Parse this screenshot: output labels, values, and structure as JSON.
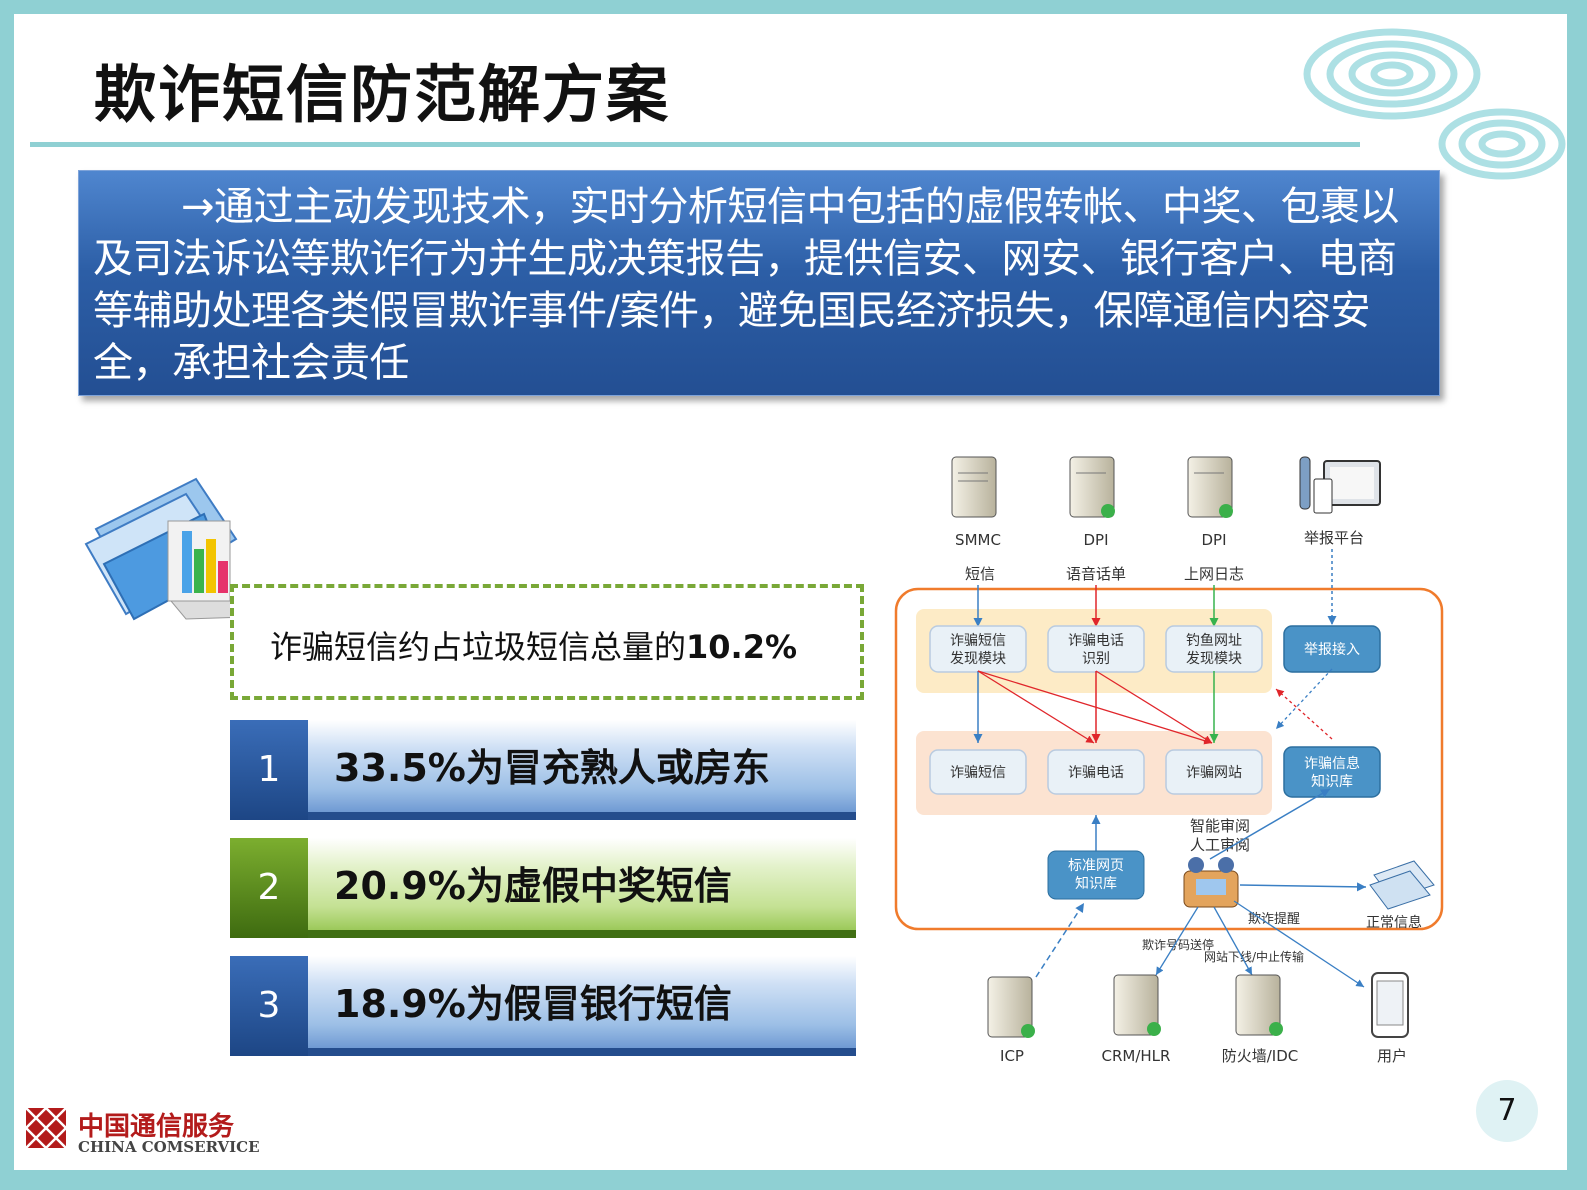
{
  "title": "欺诈短信防范解方案",
  "summary": "→通过主动发现技术，实时分析短信中包括的虚假转帐、中奖、包裹以及司法诉讼等欺诈行为并生成决策报告，提供信安、网安、银行客户、电商等辅助处理各类假冒欺诈事件/案件，避免国民经济损失，保障通信内容安全，承担社会责任",
  "stat": {
    "text": "诈骗短信约占垃圾短信总量的",
    "value": "10.2%"
  },
  "items": [
    {
      "num": "1",
      "text": "33.5%为冒充熟人或房东",
      "color": "#2f5fa8"
    },
    {
      "num": "2",
      "text": "20.9%为虚假中奖短信",
      "color": "#5f9420"
    },
    {
      "num": "3",
      "text": "18.9%为假冒银行短信",
      "color": "#2f5fa8"
    }
  ],
  "diagram": {
    "sources": [
      {
        "name": "SMMC",
        "data": "短信"
      },
      {
        "name": "DPI",
        "data": "语音话单"
      },
      {
        "name": "DPI",
        "data": "上网日志"
      },
      {
        "name": "举报平台",
        "data": ""
      }
    ],
    "modules": [
      "诈骗短信\n发现模块",
      "诈骗电话\n识别",
      "钓鱼网址\n发现模块",
      "举报接入"
    ],
    "results": [
      "诈骗短信",
      "诈骗电话",
      "诈骗网站",
      "诈骗信息\n知识库"
    ],
    "kb": "标准网页\n知识库",
    "review": "智能审阅\n人工审阅",
    "normal": "正常信息",
    "alert": "欺诈提醒",
    "number_send": "欺诈号码送停",
    "site_down": "网站下线/中止传输",
    "bottom": [
      "ICP",
      "CRM/HLR",
      "防火墙/IDC",
      "用户"
    ]
  },
  "logo": {
    "cn": "中国通信服务",
    "en": "CHINA COMSERVICE"
  },
  "page": "7"
}
